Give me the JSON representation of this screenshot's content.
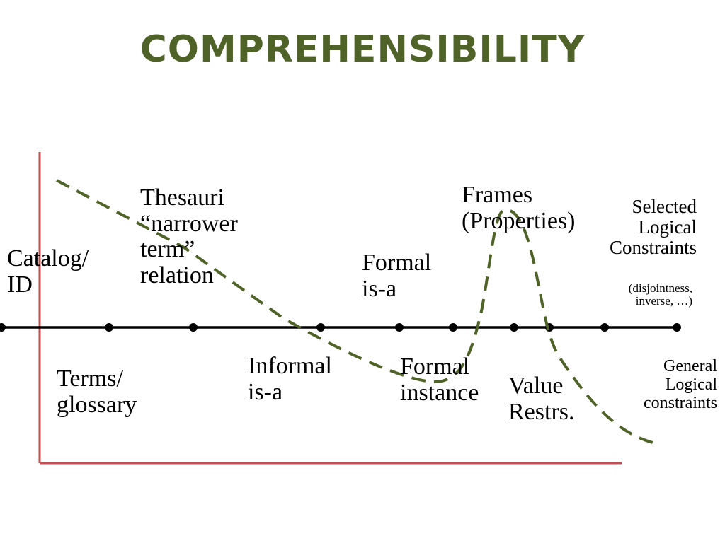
{
  "title": "COMPREHENSIBILITY",
  "colors": {
    "title": "#4f6228",
    "curve": "#4f6228",
    "frame": "#c0504d",
    "axis": "#000000"
  },
  "upper_labels": {
    "catalog": "Catalog/\nID",
    "thesauri": "Thesauri\n“narrower\nterm”\nrelation",
    "formal_isa": "Formal\nis-a",
    "frames": "Frames\n(Properties)",
    "selected": "Selected\nLogical\nConstraints",
    "selected_note": "(disjointness,\ninverse, …)"
  },
  "lower_labels": {
    "terms": "Terms/\nglossary",
    "informal_isa": "Informal\nis-a",
    "formal_instance": "Formal\ninstance",
    "value_restrs": "Value\nRestrs.",
    "general": "General\nLogical\nconstraints"
  }
}
